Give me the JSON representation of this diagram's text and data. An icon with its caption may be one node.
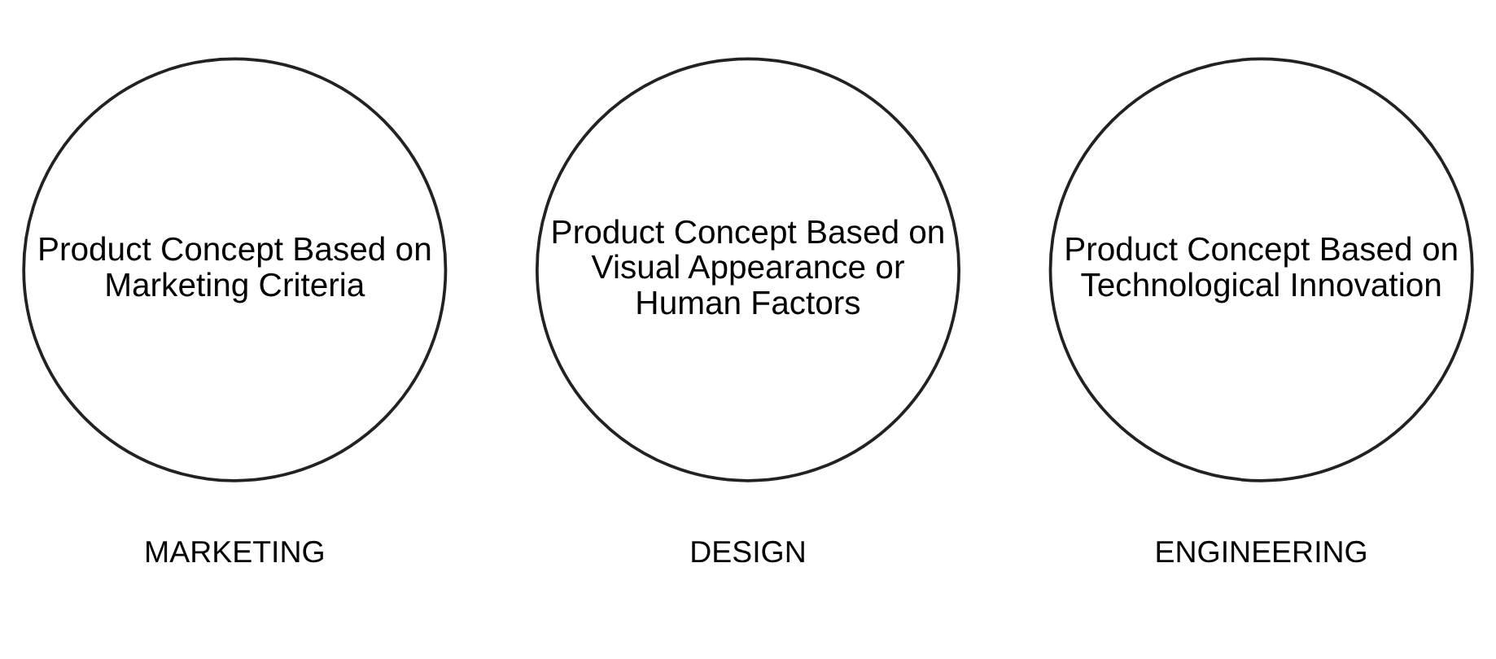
{
  "diagram": {
    "nodes": [
      {
        "text": [
          "Product Concept Based on Marketing Criteria"
        ],
        "beside": [
          "MARKETING"
        ]
      },
      {
        "text": [
          "Product Concept Based on Visual Appearance or Human Factors"
        ],
        "beside": [
          "DESIGN"
        ]
      },
      {
        "text": [
          "Product Concept Based on Technological Innovation"
        ],
        "beside": [
          "ENGINEERING"
        ]
      }
    ],
    "edges": []
  }
}
